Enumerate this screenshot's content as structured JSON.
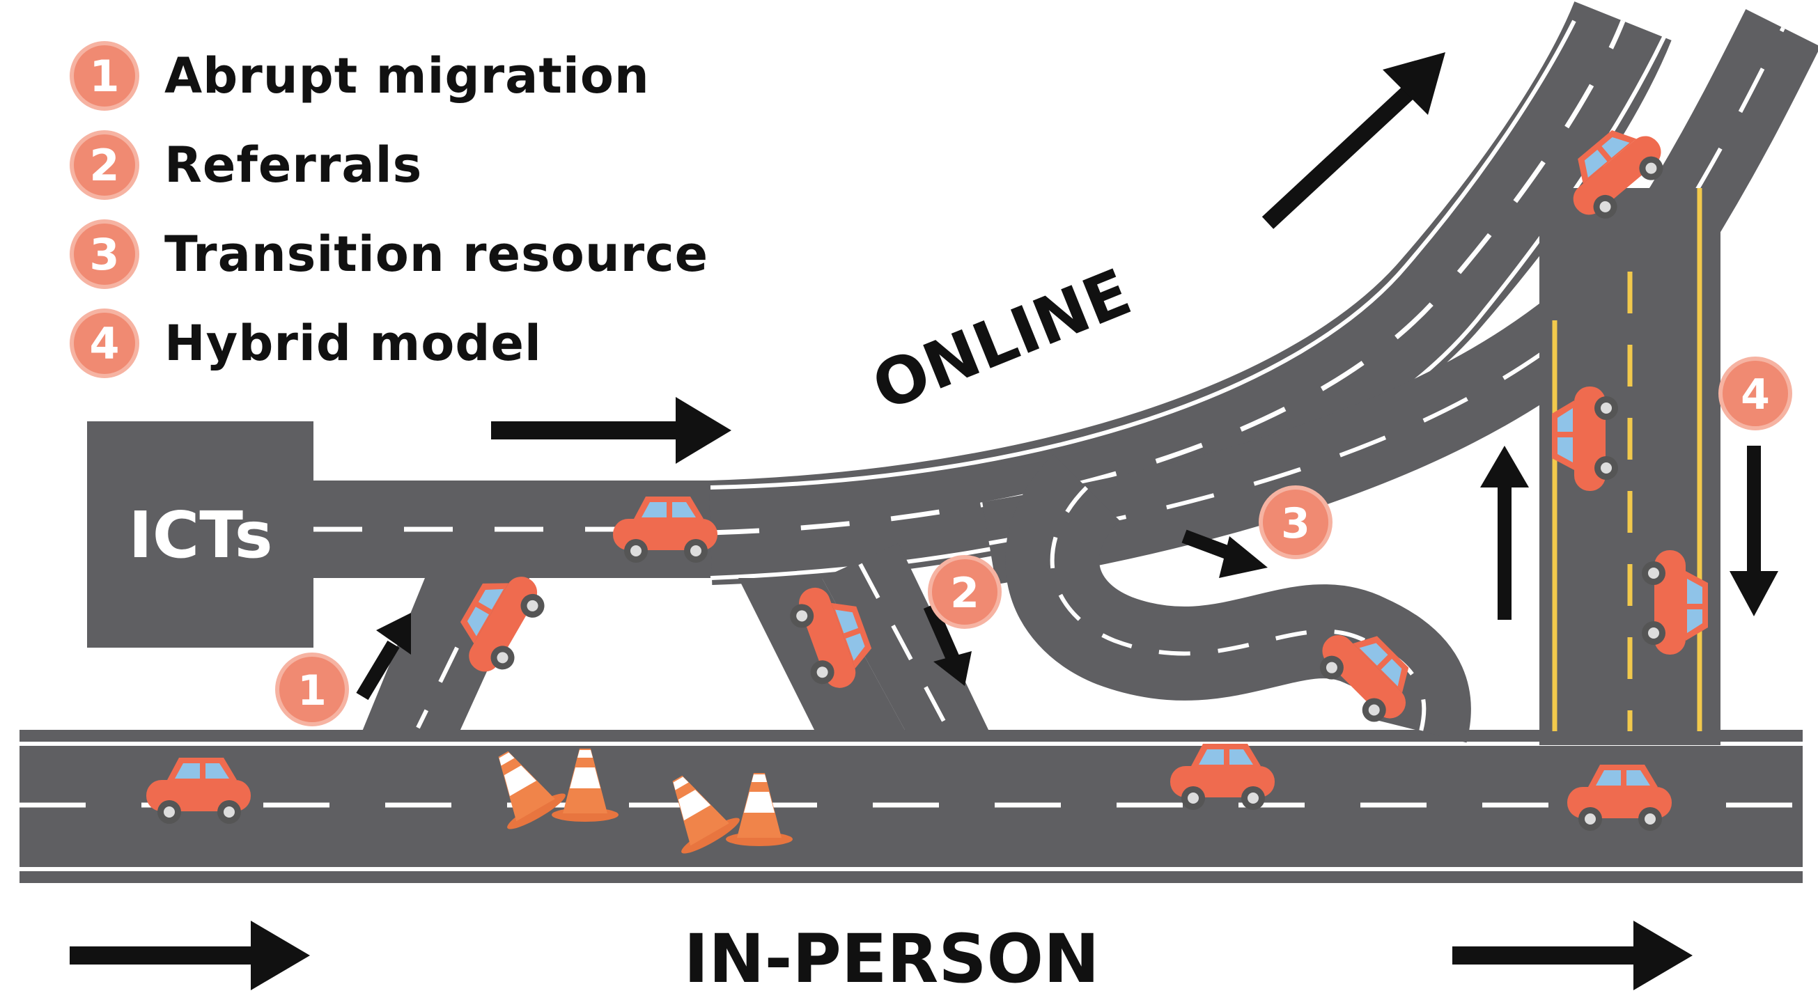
{
  "legend": {
    "items": [
      {
        "number": "1",
        "label": "Abrupt migration"
      },
      {
        "number": "2",
        "label": "Referrals"
      },
      {
        "number": "3",
        "label": "Transition resource"
      },
      {
        "number": "4",
        "label": "Hybrid model"
      }
    ]
  },
  "nodes": {
    "icts": "ICTs",
    "online": "ONLINE",
    "in_person": "IN-PERSON"
  },
  "markers": {
    "abrupt_migration": "1",
    "referrals": "2",
    "transition_resource": "3",
    "hybrid_model": "4"
  },
  "colors": {
    "road": "#5f5f62",
    "road_line": "#ffffff",
    "car": "#ef6b4f",
    "badge": "#f08a72",
    "center_line": "#f2c94c",
    "arrow": "#111111"
  }
}
